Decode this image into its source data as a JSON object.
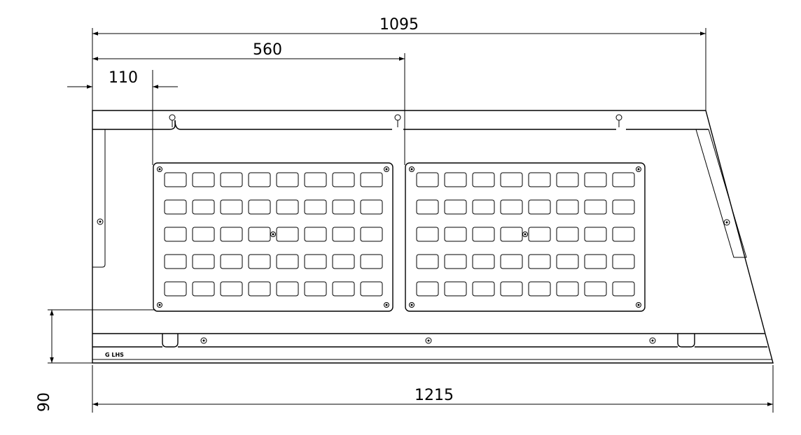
{
  "drawing": {
    "dimensions": {
      "top_overall": "1095",
      "upper": "560",
      "offset_left": "110",
      "bottom_overall": "1215",
      "height_bottom": "90"
    },
    "part_label": "G LHS",
    "panel_grid": {
      "panels": 2,
      "rows": 5,
      "columns": 8
    }
  }
}
